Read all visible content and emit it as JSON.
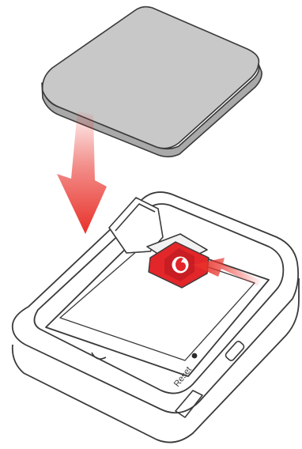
{
  "diagram": {
    "device_labels": {
      "reset": "Reset"
    },
    "colors": {
      "outline": "#3a3a3a",
      "battery_top": "#c8c8c8",
      "battery_side": "#a9a9a9",
      "arrow_red": "#e8312a",
      "sim_red": "#e2262a",
      "logo_white": "#ffffff"
    },
    "parts": [
      "battery",
      "insert-arrow",
      "device-body",
      "sim-holder",
      "sim-card",
      "sim-insert-arrow",
      "reset-hole",
      "usb-port"
    ]
  }
}
